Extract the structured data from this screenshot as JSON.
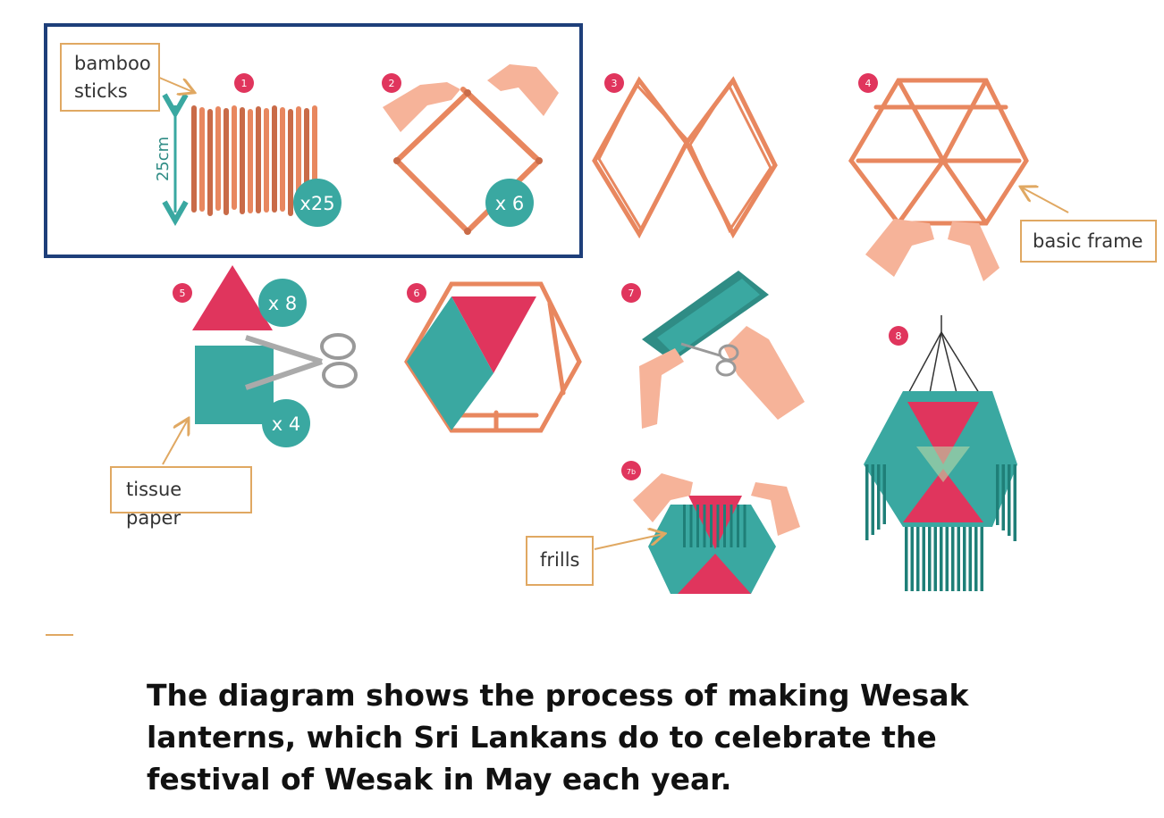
{
  "colors": {
    "bamboo": "#e8875f",
    "bamboo_dark": "#c96b48",
    "teal": "#3aa8a1",
    "teal_dark": "#1f7f78",
    "pink": "#e0355d",
    "skin": "#f6b399",
    "highlight_box": "#1e3f7a",
    "label_border": "#e0a862"
  },
  "steps": [
    {
      "number": "1",
      "multiplier": "x25"
    },
    {
      "number": "2",
      "multiplier": "x 6"
    },
    {
      "number": "3"
    },
    {
      "number": "4"
    },
    {
      "number": "5",
      "multipliers": [
        "x 8",
        "x 4"
      ]
    },
    {
      "number": "6"
    },
    {
      "number": "7"
    },
    {
      "number": "7b"
    },
    {
      "number": "8"
    }
  ],
  "labels": {
    "bamboo_sticks_line1": "bamboo",
    "bamboo_sticks_line2": "sticks",
    "stick_length": "25cm",
    "basic_frame": "basic frame",
    "tissue_paper": "tissue paper",
    "frills": "frills"
  },
  "caption": "The diagram shows the process of making Wesak lanterns, which Sri Lankans do to celebrate the festival of Wesak in May each year."
}
